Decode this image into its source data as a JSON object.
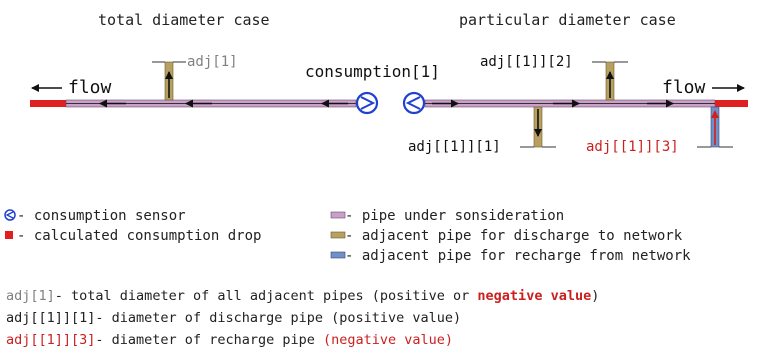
{
  "headings": {
    "left": "total diameter case",
    "right": "particular diameter case"
  },
  "labels": {
    "adj1": "adj[1]",
    "consumption1": "consumption[1]",
    "adj_1_2": "adj[[1]][2]",
    "adj_1_1": "adj[[1]][1]",
    "adj_1_3": "adj[[1]][3]",
    "flow_left": "flow",
    "flow_right": "flow"
  },
  "legend": {
    "sensor": "- consumption sensor",
    "drop": "- calculated consumption drop",
    "pipe": "- pipe under sonsideration",
    "discharge": "- adjacent pipe for discharge to network",
    "recharge": "- adjacent pipe for recharge from network"
  },
  "notes": {
    "n1_label": "adj[1]",
    "n1_text": "- total diameter of all adjacent pipes (positive or ",
    "n1_neg": "negative value",
    "n1_end": ")",
    "n2_label": "adj[[1]][1]",
    "n2_text": "- diameter of discharge pipe (positive value)",
    "n3_label": "adj[[1]][3]",
    "n3_text": "- diameter of recharge pipe ",
    "n3_neg": "(negative value)"
  },
  "colors": {
    "pipe": "#c8a0c8",
    "drop": "#e02020",
    "sensor": "#2040d0",
    "discharge": "#b8a060",
    "recharge": "#7090c8",
    "negative_text": "#cc2020",
    "gray_text": "#808080"
  }
}
